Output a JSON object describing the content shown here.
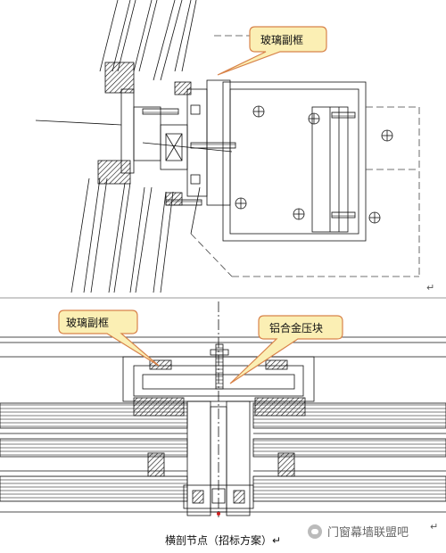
{
  "callouts": {
    "top_glass_subframe": "玻璃副框",
    "bottom_glass_subframe": "玻璃副框",
    "aluminum_press_block": "铝合金压块"
  },
  "caption": "横剖节点（招标方案）",
  "paragraph_mark": "↵",
  "watermark": {
    "text": "门窗幕墙联盟吧",
    "icon": "wechat-icon"
  },
  "colors": {
    "callout_fill": "#fbefb4",
    "callout_stroke": "#d8834a",
    "line": "#111111"
  }
}
